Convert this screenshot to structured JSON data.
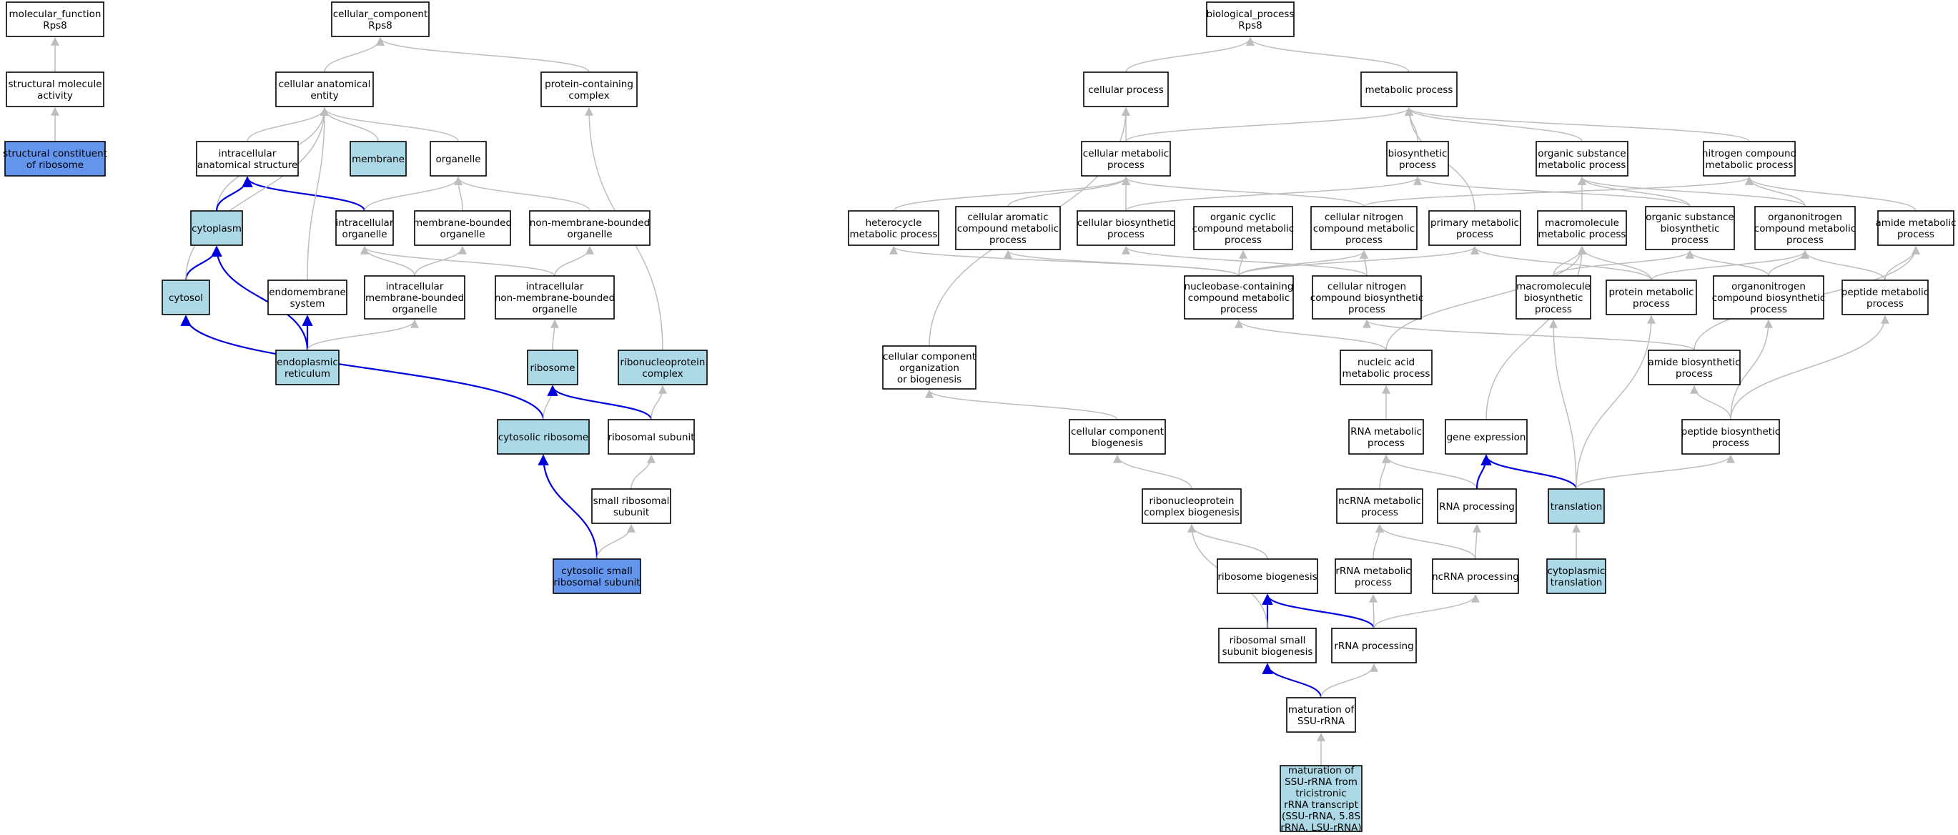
{
  "colors": {
    "default_fill": "#ffffff",
    "light_fill": "#add8e6",
    "dark_fill": "#6495ed",
    "grey_edge": "#bdbdbd",
    "blue_edge": "#0000dd"
  },
  "nodes": [
    {
      "id": "mf",
      "lines": [
        "molecular_function",
        "Rps8"
      ],
      "fill": "default"
    },
    {
      "id": "sma",
      "lines": [
        "structural molecule",
        "activity"
      ],
      "fill": "default"
    },
    {
      "id": "scr",
      "lines": [
        "structural constituent",
        "of ribosome"
      ],
      "fill": "dark"
    },
    {
      "id": "cc",
      "lines": [
        "cellular_component",
        "Rps8"
      ],
      "fill": "default"
    },
    {
      "id": "cae",
      "lines": [
        "cellular anatomical",
        "entity"
      ],
      "fill": "default"
    },
    {
      "id": "pcc",
      "lines": [
        "protein-containing",
        "complex"
      ],
      "fill": "default"
    },
    {
      "id": "ias",
      "lines": [
        "intracellular",
        "anatomical structure"
      ],
      "fill": "default"
    },
    {
      "id": "mem",
      "lines": [
        "membrane"
      ],
      "fill": "light"
    },
    {
      "id": "org",
      "lines": [
        "organelle"
      ],
      "fill": "default"
    },
    {
      "id": "cyto",
      "lines": [
        "cytoplasm"
      ],
      "fill": "light"
    },
    {
      "id": "io",
      "lines": [
        "intracellular",
        "organelle"
      ],
      "fill": "default"
    },
    {
      "id": "mbo",
      "lines": [
        "membrane-bounded",
        "organelle"
      ],
      "fill": "default"
    },
    {
      "id": "nmbo",
      "lines": [
        "non-membrane-bounded",
        "organelle"
      ],
      "fill": "default"
    },
    {
      "id": "cytosol",
      "lines": [
        "cytosol"
      ],
      "fill": "light"
    },
    {
      "id": "endo",
      "lines": [
        "endomembrane",
        "system"
      ],
      "fill": "default"
    },
    {
      "id": "imbo",
      "lines": [
        "intracellular",
        "membrane-bounded",
        "organelle"
      ],
      "fill": "default"
    },
    {
      "id": "inmbo",
      "lines": [
        "intracellular",
        "non-membrane-bounded",
        "organelle"
      ],
      "fill": "default"
    },
    {
      "id": "er",
      "lines": [
        "endoplasmic",
        "reticulum"
      ],
      "fill": "light"
    },
    {
      "id": "ribo",
      "lines": [
        "ribosome"
      ],
      "fill": "light"
    },
    {
      "id": "rnp",
      "lines": [
        "ribonucleoprotein",
        "complex"
      ],
      "fill": "light"
    },
    {
      "id": "cr",
      "lines": [
        "cytosolic ribosome"
      ],
      "fill": "light"
    },
    {
      "id": "rs",
      "lines": [
        "ribosomal subunit"
      ],
      "fill": "default"
    },
    {
      "id": "srs",
      "lines": [
        "small ribosomal",
        "subunit"
      ],
      "fill": "default"
    },
    {
      "id": "csrs",
      "lines": [
        "cytosolic small",
        "ribosomal subunit"
      ],
      "fill": "dark"
    },
    {
      "id": "bp",
      "lines": [
        "biological_process",
        "Rps8"
      ],
      "fill": "default"
    },
    {
      "id": "cp",
      "lines": [
        "cellular process"
      ],
      "fill": "default"
    },
    {
      "id": "mp",
      "lines": [
        "metabolic process"
      ],
      "fill": "default"
    },
    {
      "id": "cmp",
      "lines": [
        "cellular metabolic",
        "process"
      ],
      "fill": "default"
    },
    {
      "id": "bsp",
      "lines": [
        "biosynthetic",
        "process"
      ],
      "fill": "default"
    },
    {
      "id": "osmp",
      "lines": [
        "organic substance",
        "metabolic process"
      ],
      "fill": "default"
    },
    {
      "id": "ncmp",
      "lines": [
        "nitrogen compound",
        "metabolic process"
      ],
      "fill": "default"
    },
    {
      "id": "hmp",
      "lines": [
        "heterocycle",
        "metabolic process"
      ],
      "fill": "default"
    },
    {
      "id": "cacmp",
      "lines": [
        "cellular aromatic",
        "compound metabolic",
        "process"
      ],
      "fill": "default"
    },
    {
      "id": "cbp",
      "lines": [
        "cellular biosynthetic",
        "process"
      ],
      "fill": "default"
    },
    {
      "id": "occmp",
      "lines": [
        "organic cyclic",
        "compound metabolic",
        "process"
      ],
      "fill": "default"
    },
    {
      "id": "cncmp",
      "lines": [
        "cellular nitrogen",
        "compound metabolic",
        "process"
      ],
      "fill": "default"
    },
    {
      "id": "pmp",
      "lines": [
        "primary metabolic",
        "process"
      ],
      "fill": "default"
    },
    {
      "id": "mmp",
      "lines": [
        "macromolecule",
        "metabolic process"
      ],
      "fill": "default"
    },
    {
      "id": "osbp",
      "lines": [
        "organic substance",
        "biosynthetic",
        "process"
      ],
      "fill": "default"
    },
    {
      "id": "oncmp",
      "lines": [
        "organonitrogen",
        "compound metabolic",
        "process"
      ],
      "fill": "default"
    },
    {
      "id": "amp",
      "lines": [
        "amide metabolic",
        "process"
      ],
      "fill": "default"
    },
    {
      "id": "nbcmp",
      "lines": [
        "nucleobase-containing",
        "compound metabolic",
        "process"
      ],
      "fill": "default"
    },
    {
      "id": "cncbp",
      "lines": [
        "cellular nitrogen",
        "compound biosynthetic",
        "process"
      ],
      "fill": "default"
    },
    {
      "id": "mbp",
      "lines": [
        "macromolecule",
        "biosynthetic",
        "process"
      ],
      "fill": "default"
    },
    {
      "id": "prmp",
      "lines": [
        "protein metabolic",
        "process"
      ],
      "fill": "default"
    },
    {
      "id": "oncbp",
      "lines": [
        "organonitrogen",
        "compound biosynthetic",
        "process"
      ],
      "fill": "default"
    },
    {
      "id": "pepmp",
      "lines": [
        "peptide metabolic",
        "process"
      ],
      "fill": "default"
    },
    {
      "id": "ccob",
      "lines": [
        "cellular component",
        "organization",
        "or biogenesis"
      ],
      "fill": "default"
    },
    {
      "id": "namp",
      "lines": [
        "nucleic acid",
        "metabolic process"
      ],
      "fill": "default"
    },
    {
      "id": "abp",
      "lines": [
        "amide biosynthetic",
        "process"
      ],
      "fill": "default"
    },
    {
      "id": "ccb",
      "lines": [
        "cellular component",
        "biogenesis"
      ],
      "fill": "default"
    },
    {
      "id": "rnamp",
      "lines": [
        "RNA metabolic",
        "process"
      ],
      "fill": "default"
    },
    {
      "id": "ge",
      "lines": [
        "gene expression"
      ],
      "fill": "default"
    },
    {
      "id": "pbp",
      "lines": [
        "peptide biosynthetic",
        "process"
      ],
      "fill": "default"
    },
    {
      "id": "rnpcb",
      "lines": [
        "ribonucleoprotein",
        "complex biogenesis"
      ],
      "fill": "default"
    },
    {
      "id": "ncrnamp",
      "lines": [
        "ncRNA metabolic",
        "process"
      ],
      "fill": "default"
    },
    {
      "id": "rnap",
      "lines": [
        "RNA processing"
      ],
      "fill": "default"
    },
    {
      "id": "trans",
      "lines": [
        "translation"
      ],
      "fill": "light"
    },
    {
      "id": "rb",
      "lines": [
        "ribosome biogenesis"
      ],
      "fill": "default"
    },
    {
      "id": "rrnamp",
      "lines": [
        "rRNA metabolic",
        "process"
      ],
      "fill": "default"
    },
    {
      "id": "ncrnap",
      "lines": [
        "ncRNA processing"
      ],
      "fill": "default"
    },
    {
      "id": "ctrans",
      "lines": [
        "cytoplasmic",
        "translation"
      ],
      "fill": "light"
    },
    {
      "id": "rssb",
      "lines": [
        "ribosomal small",
        "subunit biogenesis"
      ],
      "fill": "default"
    },
    {
      "id": "rrnap",
      "lines": [
        "rRNA processing"
      ],
      "fill": "default"
    },
    {
      "id": "mssu",
      "lines": [
        "maturation of",
        "SSU-rRNA"
      ],
      "fill": "default"
    },
    {
      "id": "mssut",
      "lines": [
        "maturation of",
        "SSU-rRNA from",
        "tricistronic",
        "rRNA transcript",
        "(SSU-rRNA, 5.8S",
        "rRNA, LSU-rRNA)"
      ],
      "fill": "light"
    }
  ],
  "edges": [
    {
      "from": "sma",
      "to": "mf",
      "color": "grey"
    },
    {
      "from": "scr",
      "to": "sma",
      "color": "grey"
    },
    {
      "from": "cae",
      "to": "cc",
      "color": "grey"
    },
    {
      "from": "pcc",
      "to": "cc",
      "color": "grey"
    },
    {
      "from": "ias",
      "to": "cae",
      "color": "grey"
    },
    {
      "from": "mem",
      "to": "cae",
      "color": "grey"
    },
    {
      "from": "org",
      "to": "cae",
      "color": "grey"
    },
    {
      "from": "cyto",
      "to": "cae",
      "color": "grey"
    },
    {
      "from": "cyto",
      "to": "ias",
      "color": "blue"
    },
    {
      "from": "io",
      "to": "ias",
      "color": "blue"
    },
    {
      "from": "io",
      "to": "org",
      "color": "grey"
    },
    {
      "from": "mbo",
      "to": "org",
      "color": "grey"
    },
    {
      "from": "nmbo",
      "to": "org",
      "color": "grey"
    },
    {
      "from": "cytosol",
      "to": "cyto",
      "color": "blue"
    },
    {
      "from": "cytosol",
      "to": "cae",
      "color": "grey"
    },
    {
      "from": "endo",
      "to": "cae",
      "color": "grey"
    },
    {
      "from": "imbo",
      "to": "io",
      "color": "grey"
    },
    {
      "from": "imbo",
      "to": "mbo",
      "color": "grey"
    },
    {
      "from": "inmbo",
      "to": "io",
      "color": "grey"
    },
    {
      "from": "inmbo",
      "to": "nmbo",
      "color": "grey"
    },
    {
      "from": "er",
      "to": "endo",
      "color": "blue"
    },
    {
      "from": "er",
      "to": "cyto",
      "color": "blue"
    },
    {
      "from": "er",
      "to": "imbo",
      "color": "grey"
    },
    {
      "from": "ribo",
      "to": "inmbo",
      "color": "grey"
    },
    {
      "from": "rnp",
      "to": "pcc",
      "color": "grey"
    },
    {
      "from": "cr",
      "to": "cytosol",
      "color": "blue"
    },
    {
      "from": "cr",
      "to": "ribo",
      "color": "grey"
    },
    {
      "from": "rs",
      "to": "ribo",
      "color": "blue"
    },
    {
      "from": "rs",
      "to": "rnp",
      "color": "grey"
    },
    {
      "from": "srs",
      "to": "rs",
      "color": "grey"
    },
    {
      "from": "csrs",
      "to": "cr",
      "color": "blue"
    },
    {
      "from": "csrs",
      "to": "srs",
      "color": "grey"
    },
    {
      "from": "cp",
      "to": "bp",
      "color": "grey"
    },
    {
      "from": "mp",
      "to": "bp",
      "color": "grey"
    },
    {
      "from": "cmp",
      "to": "cp",
      "color": "grey"
    },
    {
      "from": "cmp",
      "to": "mp",
      "color": "grey"
    },
    {
      "from": "bsp",
      "to": "mp",
      "color": "grey"
    },
    {
      "from": "osmp",
      "to": "mp",
      "color": "grey"
    },
    {
      "from": "ncmp",
      "to": "mp",
      "color": "grey"
    },
    {
      "from": "hmp",
      "to": "cmp",
      "color": "grey"
    },
    {
      "from": "cacmp",
      "to": "cmp",
      "color": "grey"
    },
    {
      "from": "cbp",
      "to": "cmp",
      "color": "grey"
    },
    {
      "from": "cbp",
      "to": "bsp",
      "color": "grey"
    },
    {
      "from": "cncmp",
      "to": "cmp",
      "color": "grey"
    },
    {
      "from": "cncmp",
      "to": "ncmp",
      "color": "grey"
    },
    {
      "from": "pmp",
      "to": "mp",
      "color": "grey"
    },
    {
      "from": "mmp",
      "to": "osmp",
      "color": "grey"
    },
    {
      "from": "osbp",
      "to": "osmp",
      "color": "grey"
    },
    {
      "from": "osbp",
      "to": "bsp",
      "color": "grey"
    },
    {
      "from": "oncmp",
      "to": "osmp",
      "color": "grey"
    },
    {
      "from": "oncmp",
      "to": "ncmp",
      "color": "grey"
    },
    {
      "from": "amp",
      "to": "ncmp",
      "color": "grey"
    },
    {
      "from": "nbcmp",
      "to": "hmp",
      "color": "grey"
    },
    {
      "from": "nbcmp",
      "to": "cacmp",
      "color": "grey"
    },
    {
      "from": "nbcmp",
      "to": "occmp",
      "color": "grey"
    },
    {
      "from": "nbcmp",
      "to": "cncmp",
      "color": "grey"
    },
    {
      "from": "nbcmp",
      "to": "pmp",
      "color": "grey"
    },
    {
      "from": "cncbp",
      "to": "cncmp",
      "color": "grey"
    },
    {
      "from": "cncbp",
      "to": "cbp",
      "color": "grey"
    },
    {
      "from": "mbp",
      "to": "mmp",
      "color": "grey"
    },
    {
      "from": "mbp",
      "to": "osbp",
      "color": "grey"
    },
    {
      "from": "prmp",
      "to": "mmp",
      "color": "grey"
    },
    {
      "from": "prmp",
      "to": "oncmp",
      "color": "grey"
    },
    {
      "from": "prmp",
      "to": "pmp",
      "color": "grey"
    },
    {
      "from": "oncbp",
      "to": "oncmp",
      "color": "grey"
    },
    {
      "from": "oncbp",
      "to": "osbp",
      "color": "grey"
    },
    {
      "from": "pepmp",
      "to": "amp",
      "color": "grey"
    },
    {
      "from": "pepmp",
      "to": "oncmp",
      "color": "grey"
    },
    {
      "from": "ccob",
      "to": "cp",
      "color": "grey"
    },
    {
      "from": "namp",
      "to": "nbcmp",
      "color": "grey"
    },
    {
      "from": "namp",
      "to": "mmp",
      "color": "grey"
    },
    {
      "from": "abp",
      "to": "amp",
      "color": "grey"
    },
    {
      "from": "abp",
      "to": "cncbp",
      "color": "grey"
    },
    {
      "from": "ccb",
      "to": "ccob",
      "color": "grey"
    },
    {
      "from": "rnamp",
      "to": "namp",
      "color": "grey"
    },
    {
      "from": "ge",
      "to": "mmp",
      "color": "grey"
    },
    {
      "from": "pbp",
      "to": "pepmp",
      "color": "grey"
    },
    {
      "from": "pbp",
      "to": "oncbp",
      "color": "grey"
    },
    {
      "from": "pbp",
      "to": "abp",
      "color": "grey"
    },
    {
      "from": "rnpcb",
      "to": "ccb",
      "color": "grey"
    },
    {
      "from": "ncrnamp",
      "to": "rnamp",
      "color": "grey"
    },
    {
      "from": "rnap",
      "to": "rnamp",
      "color": "grey"
    },
    {
      "from": "rnap",
      "to": "ge",
      "color": "blue"
    },
    {
      "from": "trans",
      "to": "ge",
      "color": "blue"
    },
    {
      "from": "trans",
      "to": "mbp",
      "color": "grey"
    },
    {
      "from": "trans",
      "to": "prmp",
      "color": "grey"
    },
    {
      "from": "trans",
      "to": "pbp",
      "color": "grey"
    },
    {
      "from": "rb",
      "to": "rnpcb",
      "color": "grey"
    },
    {
      "from": "rrnamp",
      "to": "ncrnamp",
      "color": "grey"
    },
    {
      "from": "ncrnap",
      "to": "ncrnamp",
      "color": "grey"
    },
    {
      "from": "ncrnap",
      "to": "rnap",
      "color": "grey"
    },
    {
      "from": "ctrans",
      "to": "trans",
      "color": "grey"
    },
    {
      "from": "rssb",
      "to": "rb",
      "color": "blue"
    },
    {
      "from": "rssb",
      "to": "rnpcb",
      "color": "grey"
    },
    {
      "from": "rrnap",
      "to": "rb",
      "color": "blue"
    },
    {
      "from": "rrnap",
      "to": "rrnamp",
      "color": "grey"
    },
    {
      "from": "rrnap",
      "to": "ncrnap",
      "color": "grey"
    },
    {
      "from": "mssu",
      "to": "rssb",
      "color": "blue"
    },
    {
      "from": "mssu",
      "to": "rrnap",
      "color": "grey"
    },
    {
      "from": "mssut",
      "to": "mssu",
      "color": "grey"
    }
  ]
}
